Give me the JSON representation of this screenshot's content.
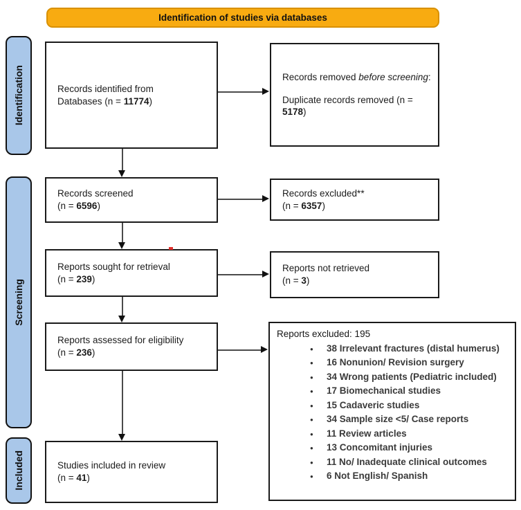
{
  "banner": {
    "label": "Identification of studies via databases"
  },
  "sidebar": {
    "identification": "Identification",
    "screening": "Screening",
    "included": "Included"
  },
  "boxes": {
    "records_identified": {
      "prefix": "Records identified from\nDatabases (n = ",
      "n": "11774",
      "suffix": ")"
    },
    "records_removed": {
      "lead": "Records removed ",
      "lead_italic": "before screening",
      "lead_colon": ":",
      "body": "Duplicate records removed (n = ",
      "n": "5178",
      "suffix": ")"
    },
    "records_screened": {
      "prefix": "Records screened\n(n = ",
      "n": "6596",
      "suffix": ")"
    },
    "records_excluded": {
      "prefix": "Records excluded**\n(n = ",
      "n": "6357",
      "suffix": ")"
    },
    "reports_sought": {
      "prefix": "Reports sought for retrieval\n(n = ",
      "n": "239",
      "suffix": ")"
    },
    "reports_not_retrieved": {
      "prefix": "Reports not retrieved\n(n = ",
      "n": "3",
      "suffix": ")"
    },
    "reports_assessed": {
      "prefix": "Reports assessed for eligibility\n(n = ",
      "n": "236",
      "suffix": ")"
    },
    "reports_excluded": {
      "header": "Reports excluded: 195",
      "reasons": [
        "38 Irrelevant fractures (distal humerus)",
        "16 Nonunion/ Revision surgery",
        "34 Wrong patients (Pediatric included)",
        "17 Biomechanical studies",
        "15 Cadaveric studies",
        "34 Sample size <5/ Case reports",
        "11 Review articles",
        "13 Concomitant injuries",
        "11 No/ Inadequate clinical outcomes",
        "6 Not English/ Spanish"
      ]
    },
    "studies_included": {
      "prefix": "Studies included in review\n(n = ",
      "n": "41",
      "suffix": ")"
    }
  },
  "colors": {
    "banner_fill": "#F8AB11",
    "banner_border": "#D89000",
    "sidebar_fill": "#A9C7E9",
    "box_border": "#1A1A1A",
    "line": "#4A4A4A",
    "arrowhead": "#111111",
    "artifact_red": "#E0312D"
  }
}
